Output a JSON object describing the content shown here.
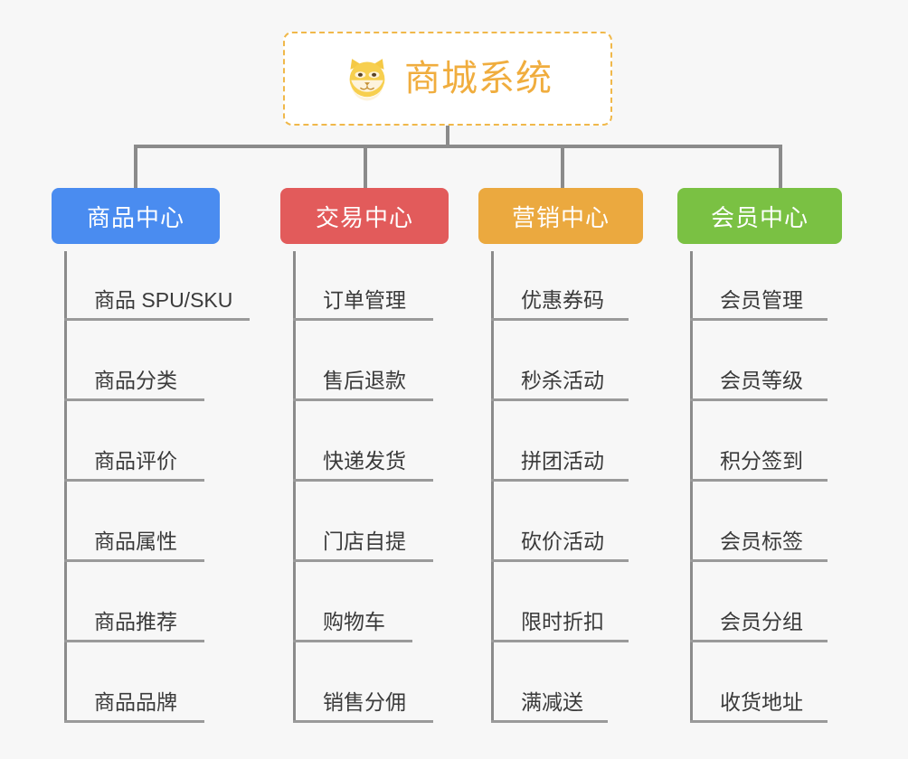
{
  "diagram": {
    "type": "org-chart",
    "background_color": "#f7f7f7",
    "root": {
      "title": "商城系统",
      "icon": "shiba-dog-icon",
      "border_color": "#f0b84a",
      "text_color": "#f0ad3e",
      "background_color": "#ffffff"
    },
    "connector_color": "#8b8b8b",
    "leaf_text_color": "#3a3a3a",
    "leaf_underline_color": "#9a9a9a",
    "columns": [
      {
        "label": "商品中心",
        "color": "#4a8cf0",
        "items": [
          "商品 SPU/SKU",
          "商品分类",
          "商品评价",
          "商品属性",
          "商品推荐",
          "商品品牌"
        ]
      },
      {
        "label": "交易中心",
        "color": "#e25b5b",
        "items": [
          "订单管理",
          "售后退款",
          "快递发货",
          "门店自提",
          "购物车",
          "销售分佣"
        ]
      },
      {
        "label": "营销中心",
        "color": "#eba93f",
        "items": [
          "优惠券码",
          "秒杀活动",
          "拼团活动",
          "砍价活动",
          "限时折扣",
          "满减送"
        ]
      },
      {
        "label": "会员中心",
        "color": "#7ac143",
        "items": [
          "会员管理",
          "会员等级",
          "积分签到",
          "会员标签",
          "会员分组",
          "收货地址"
        ]
      }
    ]
  }
}
